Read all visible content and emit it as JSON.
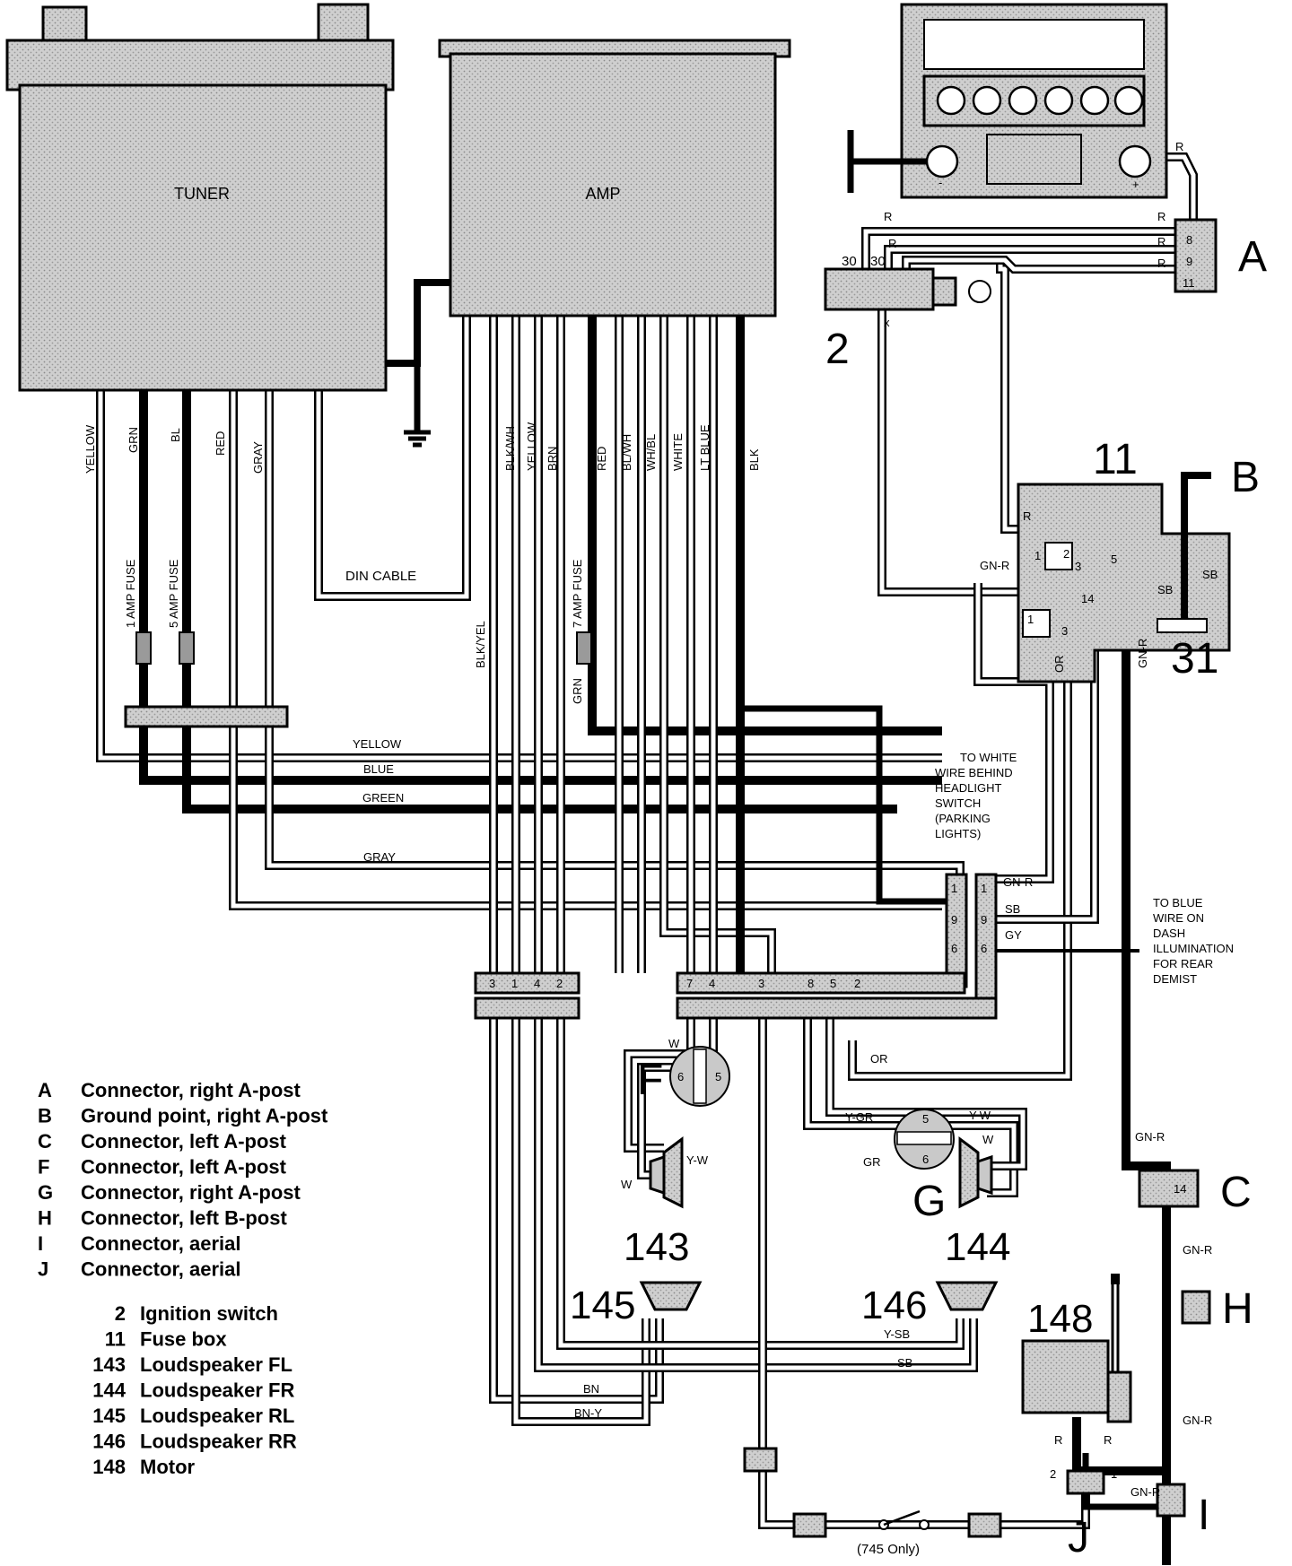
{
  "components": {
    "tuner": "TUNER",
    "amp": "AMP"
  },
  "wire_labels": {
    "tuner_yellow": "YELLOW",
    "tuner_grn": "GRN",
    "tuner_bl": "BL",
    "tuner_red": "RED",
    "tuner_gray": "GRAY",
    "fuse_1a": "1 AMP FUSE",
    "fuse_5a": "5 AMP FUSE",
    "fuse_7a": "7 AMP FUSE",
    "din_cable": "DIN CABLE",
    "blk_wh": "BLK/WH",
    "yellow2": "YELLOW",
    "brn": "BRN",
    "red2": "RED",
    "bl_wh": "BL/WH",
    "wh_bl": "WH/BL",
    "white": "WHITE",
    "lt_blue": "LT BLUE",
    "blk": "BLK",
    "blk_yel": "BLK/YEL",
    "grn2": "GRN",
    "yellow_h": "YELLOW",
    "blue_h": "BLUE",
    "green_h": "GREEN",
    "gray_h": "GRAY",
    "or_1": "OR",
    "or_2": "OR",
    "gn_r_1": "GN-R",
    "gn_r_2": "GN-R",
    "gn_r_3": "GN-R",
    "gn_r_4": "GN-R",
    "gn_r_5": "GN-R",
    "gn_r_6": "GN-R",
    "sb_1": "SB",
    "sb_2": "SB",
    "sb_3": "SB",
    "sb_4": "SB",
    "gy": "GY",
    "r_1": "R",
    "r_2": "R",
    "r_3": "R",
    "r_4": "R",
    "r_5": "R",
    "r_6": "R",
    "r_7": "R",
    "r_8": "R",
    "r_9": "R",
    "y_w_1": "Y-W",
    "y_w_2": "Y-W",
    "y_gr": "Y-GR",
    "gr": "GR",
    "w_1": "W",
    "w_2": "W",
    "w_3": "W",
    "y_sb": "Y-SB",
    "bn": "BN",
    "bn_y": "BN-Y",
    "t30a": "30",
    "t30b": "30",
    "minus": "-",
    "plus": "+",
    "x": "x"
  },
  "notes": {
    "white_wire": [
      "TO WHITE",
      "WIRE BEHIND",
      "HEADLIGHT",
      "SWITCH",
      "(PARKING",
      "LIGHTS)"
    ],
    "blue_wire": [
      "TO BLUE",
      "WIRE ON",
      "DASH",
      "ILLUMINATION",
      "FOR REAR",
      "DEMIST"
    ],
    "only_745": "(745 Only)"
  },
  "connector_pins": {
    "left_block": [
      "3",
      "1",
      "4",
      "2"
    ],
    "right_block": [
      "7",
      "4",
      "3",
      "8",
      "5",
      "2"
    ],
    "vertical_a": [
      "1",
      "9",
      "6"
    ],
    "vertical_b": [
      "1",
      "9",
      "6"
    ],
    "f_pins": [
      "6",
      "5"
    ],
    "g_pins": [
      "5",
      "6"
    ],
    "a_pins": [
      "8",
      "9",
      "11"
    ],
    "fuse_pins": [
      "1",
      "2",
      "3",
      "5",
      "14",
      "1",
      "3"
    ],
    "c_pin": "14",
    "i_pins": [
      "2",
      "1"
    ]
  },
  "callouts": {
    "A": "A",
    "B": "B",
    "C": "C",
    "F": "F",
    "G": "G",
    "H": "H",
    "I": "I",
    "J": "J",
    "n2": "2",
    "n11": "11",
    "n31": "31",
    "n143": "143",
    "n144": "144",
    "n145": "145",
    "n146": "146",
    "n148": "148"
  },
  "legend_letters": [
    {
      "key": "A",
      "text": "Connector, right A-post"
    },
    {
      "key": "B",
      "text": "Ground point, right A-post"
    },
    {
      "key": "C",
      "text": "Connector, left A-post"
    },
    {
      "key": "F",
      "text": "Connector, left A-post"
    },
    {
      "key": "G",
      "text": "Connector, right A-post"
    },
    {
      "key": "H",
      "text": "Connector, left B-post"
    },
    {
      "key": "I",
      "text": "Connector, aerial"
    },
    {
      "key": "J",
      "text": "Connector, aerial"
    }
  ],
  "legend_numbers": [
    {
      "key": "2",
      "text": "Ignition switch"
    },
    {
      "key": "11",
      "text": "Fuse box"
    },
    {
      "key": "143",
      "text": "Loudspeaker FL"
    },
    {
      "key": "144",
      "text": "Loudspeaker FR"
    },
    {
      "key": "145",
      "text": "Loudspeaker RL"
    },
    {
      "key": "146",
      "text": "Loudspeaker RR"
    },
    {
      "key": "148",
      "text": "Motor"
    }
  ]
}
